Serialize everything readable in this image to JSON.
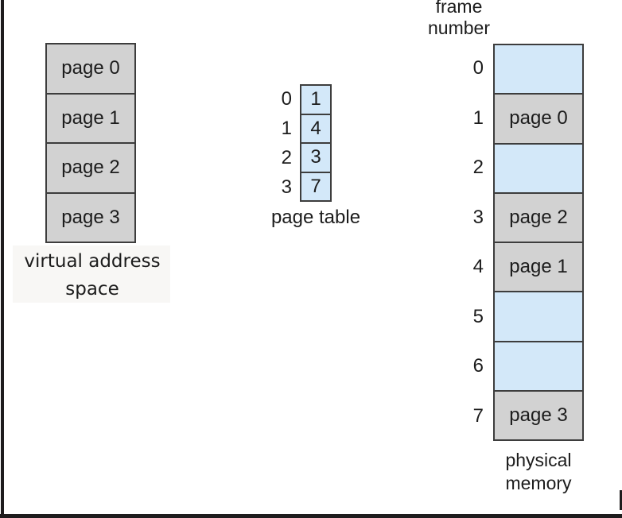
{
  "colors": {
    "page_fill": "#d2d2d2",
    "empty_frame_fill": "#d3e8f9",
    "box_border": "#3d3d3d",
    "text": "#1c1c1c",
    "page_edge": "#1e1c1d",
    "label_backdrop": "#f8f7f5"
  },
  "virtual_address_space": {
    "caption_line1": "virtual address",
    "caption_line2": "space",
    "pages": [
      "page 0",
      "page 1",
      "page 2",
      "page 3"
    ]
  },
  "page_table": {
    "caption": "page table",
    "entries": [
      {
        "index": "0",
        "value": "1"
      },
      {
        "index": "1",
        "value": "4"
      },
      {
        "index": "2",
        "value": "3"
      },
      {
        "index": "3",
        "value": "7"
      }
    ]
  },
  "physical_memory": {
    "column_header_line1": "frame",
    "column_header_line2": "number",
    "caption_line1": "physical",
    "caption_line2": "memory",
    "frames": [
      {
        "number": "0",
        "content": "",
        "empty": true
      },
      {
        "number": "1",
        "content": "page 0",
        "empty": false
      },
      {
        "number": "2",
        "content": "",
        "empty": true
      },
      {
        "number": "3",
        "content": "page 2",
        "empty": false
      },
      {
        "number": "4",
        "content": "page 1",
        "empty": false
      },
      {
        "number": "5",
        "content": "",
        "empty": true
      },
      {
        "number": "6",
        "content": "",
        "empty": true
      },
      {
        "number": "7",
        "content": "page 3",
        "empty": false
      }
    ]
  }
}
